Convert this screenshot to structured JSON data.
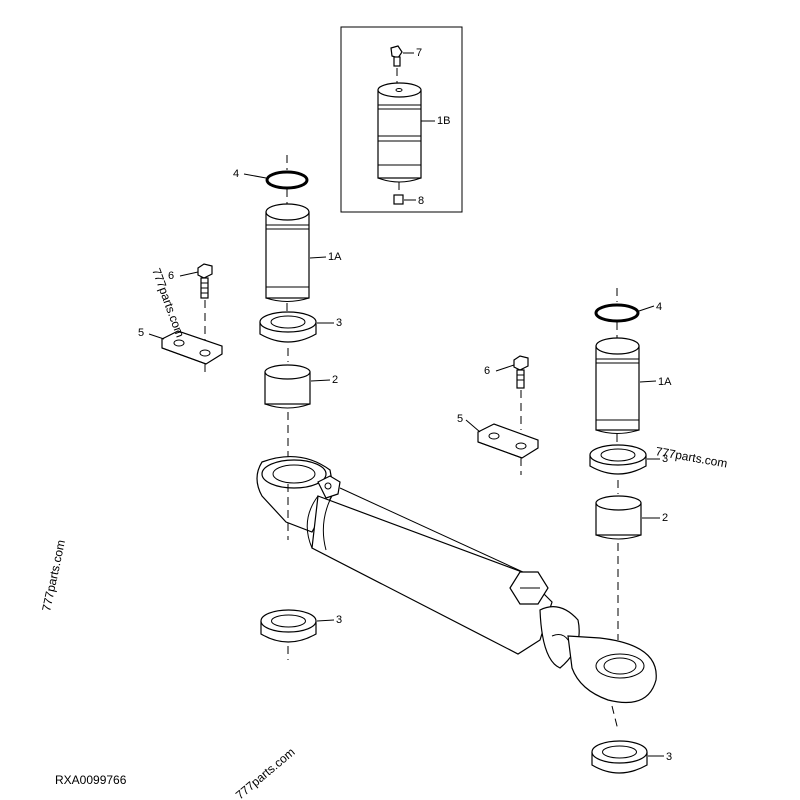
{
  "figure_id": "RXA0099766",
  "watermarks": [
    "777parts.com",
    "777parts.com",
    "777parts.com",
    "777parts.com"
  ],
  "callouts": {
    "c1": "7",
    "c2": "1B",
    "c3": "8",
    "c4": "4",
    "c5": "1A",
    "c6": "3",
    "c7": "2",
    "c8": "6",
    "c9": "5",
    "c10": "4",
    "c11": "1A",
    "c12": "6",
    "c13": "5",
    "c14": "3",
    "c15": "2",
    "c16": "3",
    "c17": "3"
  }
}
